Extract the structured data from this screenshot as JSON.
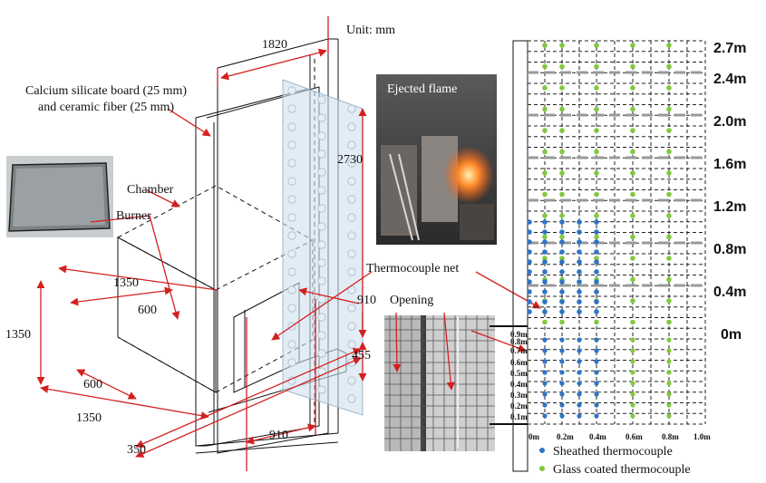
{
  "labels": {
    "unit": "Unit: mm",
    "insulation_line1": "Calcium silicate board (25 mm)",
    "insulation_line2": "and ceramic fiber (25 mm)",
    "chamber": "Chamber",
    "burner": "Burner",
    "ejected_flame": "Ejected flame",
    "thermocouple_net": "Thermocouple net",
    "opening": "Opening"
  },
  "dimensions": {
    "d1820": "1820",
    "d2730": "2730",
    "d1350_top": "1350",
    "d600_top": "600",
    "d1350_left": "1350",
    "d600_bottom": "600",
    "d1350_bottom": "1350",
    "d350": "350",
    "d910_side": "910",
    "d455": "455",
    "d910_bottom": "910"
  },
  "heights": [
    "2.7m",
    "2.4m",
    "2.0m",
    "1.6m",
    "1.2m",
    "0.8m",
    "0.4m",
    "0m"
  ],
  "depth_ticks": [
    "0.9m",
    "0.8m",
    "0.7m",
    "0.6m",
    "0.5m",
    "0.4m",
    "0.3m",
    "0.2m",
    "0.1m"
  ],
  "x_ticks": [
    "0m",
    "0.2m",
    "0.4m",
    "0.6m",
    "0.8m",
    "1.0m"
  ],
  "legend": {
    "sheathed": "Sheathed thermocouple",
    "glass": "Glass coated thermocouple"
  },
  "colors": {
    "sheathed": "#2f74c6",
    "glass": "#82c83c",
    "dimension_line": "#d42020",
    "panel": "#cfe0ee"
  }
}
